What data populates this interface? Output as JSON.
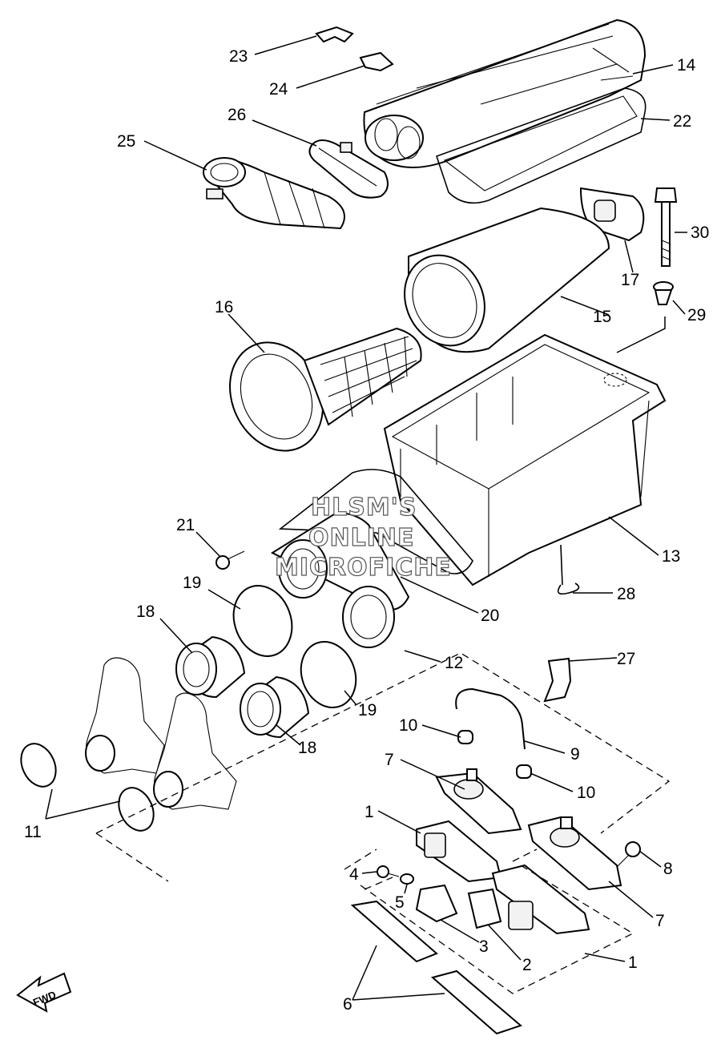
{
  "callouts": [
    {
      "id": "c23",
      "label": "23"
    },
    {
      "id": "c24",
      "label": "24"
    },
    {
      "id": "c14",
      "label": "14"
    },
    {
      "id": "c22",
      "label": "22"
    },
    {
      "id": "c26",
      "label": "26"
    },
    {
      "id": "c25",
      "label": "25"
    },
    {
      "id": "c30",
      "label": "30"
    },
    {
      "id": "c17",
      "label": "17"
    },
    {
      "id": "c29",
      "label": "29"
    },
    {
      "id": "c15",
      "label": "15"
    },
    {
      "id": "c16",
      "label": "16"
    },
    {
      "id": "c13",
      "label": "13"
    },
    {
      "id": "c21",
      "label": "21"
    },
    {
      "id": "c19a",
      "label": "19"
    },
    {
      "id": "c28",
      "label": "28"
    },
    {
      "id": "c20",
      "label": "20"
    },
    {
      "id": "c18a",
      "label": "18"
    },
    {
      "id": "c12",
      "label": "12"
    },
    {
      "id": "c27",
      "label": "27"
    },
    {
      "id": "c19b",
      "label": "19"
    },
    {
      "id": "c10a",
      "label": "10"
    },
    {
      "id": "c9",
      "label": "9"
    },
    {
      "id": "c18b",
      "label": "18"
    },
    {
      "id": "c7a",
      "label": "7"
    },
    {
      "id": "c10b",
      "label": "10"
    },
    {
      "id": "c11",
      "label": "11"
    },
    {
      "id": "c1a",
      "label": "1"
    },
    {
      "id": "c8",
      "label": "8"
    },
    {
      "id": "c4",
      "label": "4"
    },
    {
      "id": "c5",
      "label": "5"
    },
    {
      "id": "c7b",
      "label": "7"
    },
    {
      "id": "c3",
      "label": "3"
    },
    {
      "id": "c2",
      "label": "2"
    },
    {
      "id": "c1b",
      "label": "1"
    },
    {
      "id": "c6",
      "label": "6"
    }
  ],
  "watermark": [
    "HLSM'S",
    "ONLINE",
    "MICROFICHE"
  ],
  "direction_badge": "FWD"
}
